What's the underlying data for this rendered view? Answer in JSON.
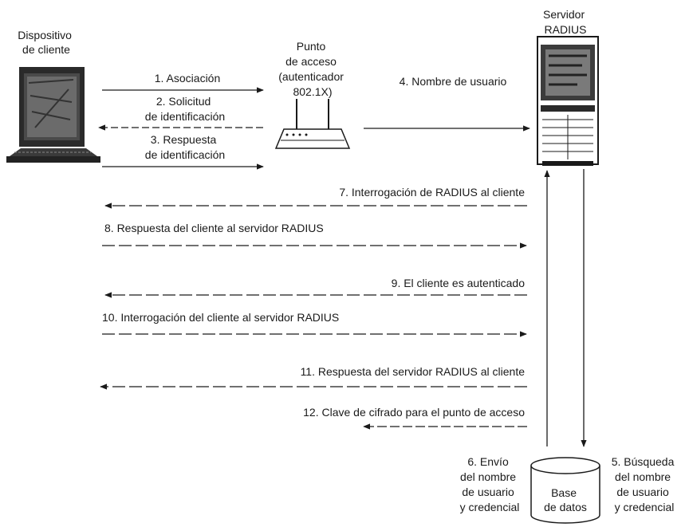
{
  "nodes": {
    "client": {
      "line1": "Dispositivo",
      "line2": "de cliente"
    },
    "access_point": {
      "line1": "Punto",
      "line2": "de acceso",
      "line3": "(autenticador",
      "line4": "802.1X)"
    },
    "server": {
      "line1": "Servidor",
      "line2": "RADIUS"
    },
    "database": {
      "line1": "Base",
      "line2": "de datos"
    }
  },
  "steps": {
    "s1": "1. Asociación",
    "s2a": "2. Solicitud",
    "s2b": "de identificación",
    "s3a": "3. Respuesta",
    "s3b": "de identificación",
    "s4": "4. Nombre de usuario",
    "s5a": "5. Búsqueda",
    "s5b": "del nombre",
    "s5c": "de usuario",
    "s5d": "y credencial",
    "s6a": "6. Envío",
    "s6b": "del nombre",
    "s6c": "de usuario",
    "s6d": "y credencial",
    "s7": "7. Interrogación de RADIUS al cliente",
    "s8": "8. Respuesta del cliente al servidor RADIUS",
    "s9": "9. El cliente es autenticado",
    "s10": "10. Interrogación del cliente al servidor RADIUS",
    "s11": "11. Respuesta del servidor RADIUS al cliente",
    "s12": "12. Clave de cifrado para el punto de acceso"
  }
}
